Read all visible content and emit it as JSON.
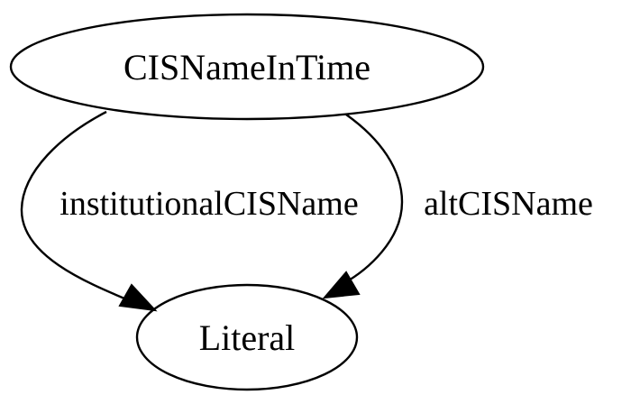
{
  "graph": {
    "nodes": [
      {
        "id": "cisnameintime",
        "label": "CISNameInTime"
      },
      {
        "id": "literal",
        "label": "Literal"
      }
    ],
    "edges": [
      {
        "from": "cisnameintime",
        "to": "literal",
        "label": "institutionalCISName"
      },
      {
        "from": "cisnameintime",
        "to": "literal",
        "label": "altCISName"
      }
    ]
  },
  "colors": {
    "stroke": "#000000",
    "fill": "#ffffff",
    "text": "#000000"
  }
}
